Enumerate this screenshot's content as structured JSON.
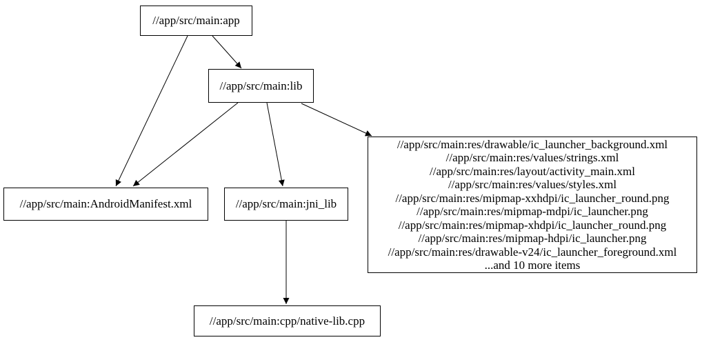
{
  "diagram": {
    "type": "dependency-graph",
    "colors": {
      "background": "#ffffff",
      "node_border": "#000000",
      "node_fill": "#ffffff",
      "edge": "#000000",
      "text": "#000000"
    },
    "nodes": {
      "app": {
        "label": "//app/src/main:app"
      },
      "lib": {
        "label": "//app/src/main:lib"
      },
      "manifest": {
        "label": "//app/src/main:AndroidManifest.xml"
      },
      "jni_lib": {
        "label": "//app/src/main:jni_lib"
      },
      "cpp": {
        "label": "//app/src/main:cpp/native-lib.cpp"
      },
      "res": {
        "lines": [
          "//app/src/main:res/drawable/ic_launcher_background.xml",
          "//app/src/main:res/values/strings.xml",
          "//app/src/main:res/layout/activity_main.xml",
          "//app/src/main:res/values/styles.xml",
          "//app/src/main:res/mipmap-xxhdpi/ic_launcher_round.png",
          "//app/src/main:res/mipmap-mdpi/ic_launcher.png",
          "//app/src/main:res/mipmap-xhdpi/ic_launcher_round.png",
          "//app/src/main:res/mipmap-hdpi/ic_launcher.png",
          "//app/src/main:res/drawable-v24/ic_launcher_foreground.xml",
          "...and 10 more items"
        ]
      }
    },
    "edges": [
      {
        "from": "app",
        "to": "lib"
      },
      {
        "from": "app",
        "to": "manifest"
      },
      {
        "from": "lib",
        "to": "manifest"
      },
      {
        "from": "lib",
        "to": "jni_lib"
      },
      {
        "from": "lib",
        "to": "res"
      },
      {
        "from": "jni_lib",
        "to": "cpp"
      }
    ]
  }
}
